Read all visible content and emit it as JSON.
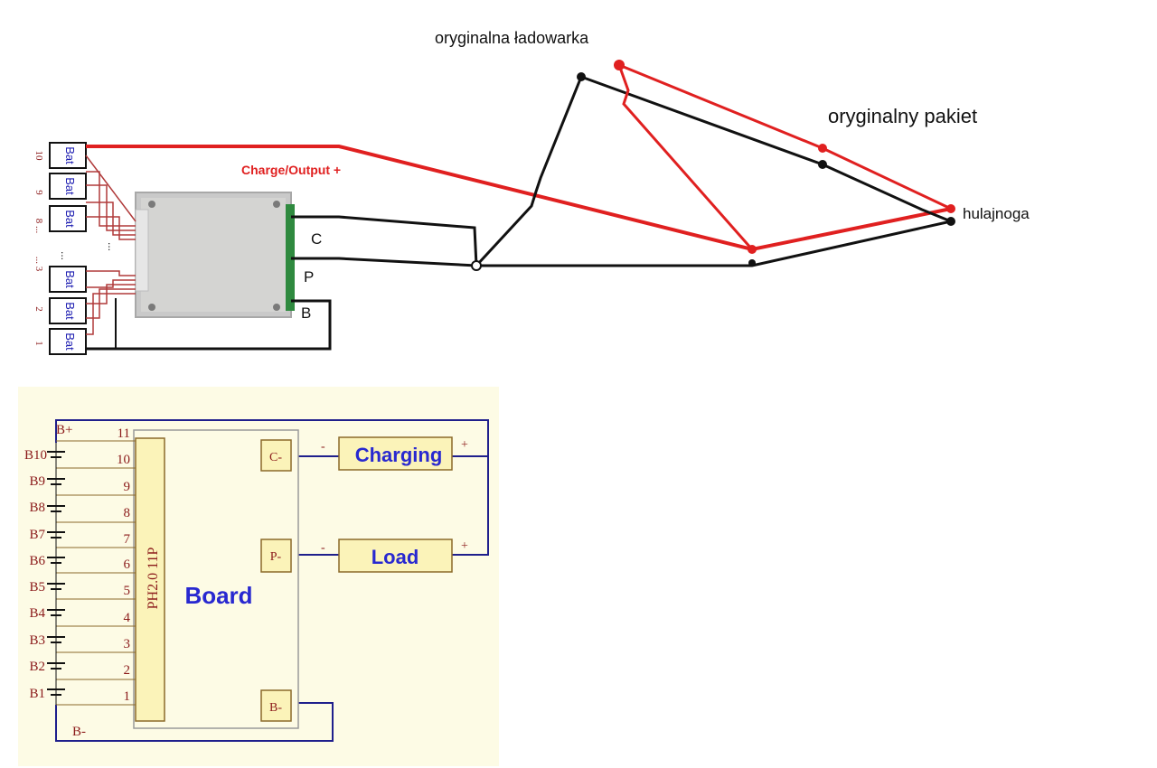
{
  "top_diagram": {
    "label_charger": "oryginalna ładowarka",
    "label_pack": "oryginalny pakiet",
    "label_scooter": "hulajnoga",
    "label_charge_output": "Charge/Output +",
    "label_c": "C",
    "label_p": "P",
    "label_b": "B",
    "battery_cells": [
      {
        "number": "10",
        "text": "Bat"
      },
      {
        "number": "9",
        "text": "Bat"
      },
      {
        "number": "8 ...",
        "text": "Bat"
      },
      {
        "number": "... 3",
        "text": "Bat"
      },
      {
        "number": "2",
        "text": "Bat"
      },
      {
        "number": "1",
        "text": "Bat"
      }
    ],
    "wire_colors": {
      "positive": "#e02020",
      "negative": "#111111"
    }
  },
  "bottom_diagram": {
    "b_plus": "B+",
    "b_minus": "B-",
    "connector_label": "PH2.0 11P",
    "board_label": "Board",
    "port_c": "C-",
    "port_p": "P-",
    "port_b": "B-",
    "charging_label": "Charging",
    "load_label": "Load",
    "minus_sign": "-",
    "plus_sign": "+",
    "cells": [
      "B10",
      "B9",
      "B8",
      "B7",
      "B6",
      "B5",
      "B4",
      "B3",
      "B2",
      "B1"
    ],
    "pins": [
      "11",
      "10",
      "9",
      "8",
      "7",
      "6",
      "5",
      "4",
      "3",
      "2",
      "1"
    ],
    "colors": {
      "panel_bg": "#fdfbe5",
      "box_fill": "#fbf3b9",
      "wire": "#1f1f8c",
      "label_blue": "#2828d0",
      "number_red": "#8b1a1a"
    }
  }
}
